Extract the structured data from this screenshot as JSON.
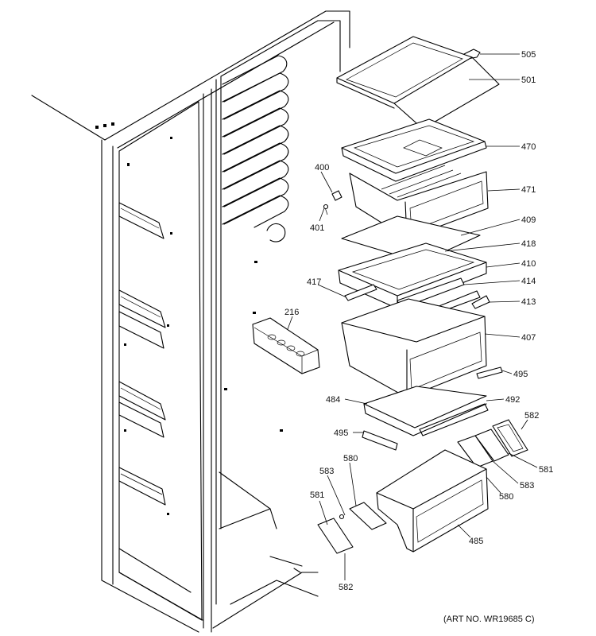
{
  "callouts": {
    "c505": "505",
    "c501": "501",
    "c470": "470",
    "c471": "471",
    "c409": "409",
    "c418": "418",
    "c410": "410",
    "c414": "414",
    "c413": "413",
    "c407": "407",
    "c495a": "495",
    "c492": "492",
    "c484": "484",
    "c495b": "495",
    "c582a": "582",
    "c581a": "581",
    "c583a": "583",
    "c580a": "580",
    "c485": "485",
    "c580b": "580",
    "c583b": "583",
    "c581b": "581",
    "c582b": "582",
    "c400": "400",
    "c401": "401",
    "c417": "417",
    "c216": "216"
  },
  "art_number": "(ART NO. WR19685 C)"
}
